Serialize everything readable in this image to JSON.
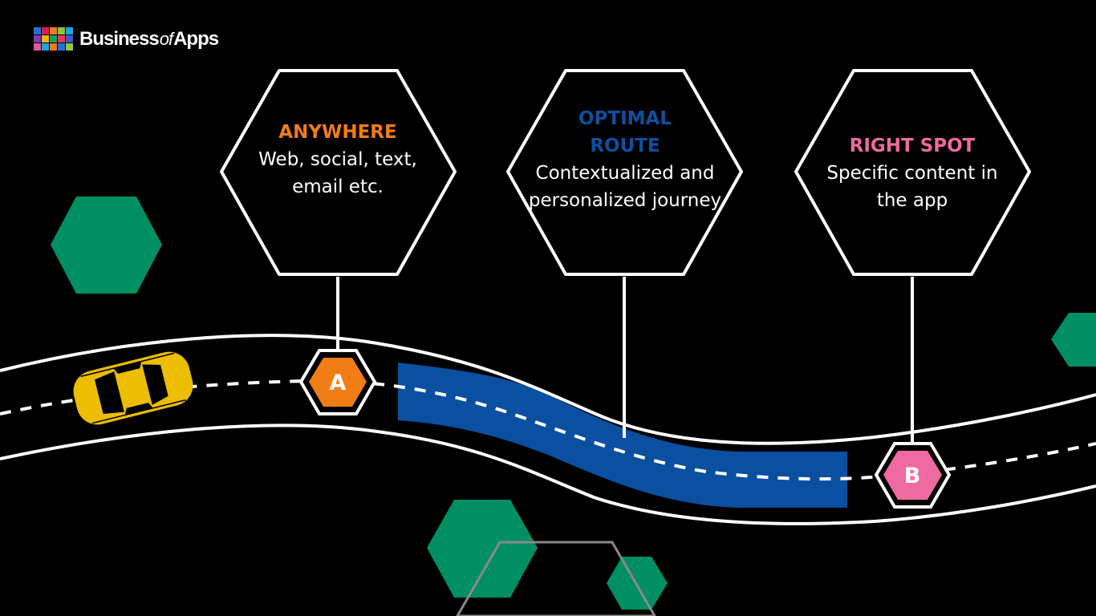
{
  "brand": {
    "name_part1": "Business",
    "name_part2": "of",
    "name_part3": "Apps",
    "logo_colors": [
      "#2a6fd6",
      "#d81f55",
      "#f27b21",
      "#8ec63f",
      "#1aa6e0",
      "#7a3fb1",
      "#f5b51a",
      "#1a9d63",
      "#e8375a",
      "#3b5cc4",
      "#e05a9a",
      "#1aa6e0",
      "#f27b21",
      "#2a6fd6",
      "#8ec63f"
    ]
  },
  "signs": [
    {
      "title": "ANYWHERE",
      "title_color": "#f07d16",
      "text": "Web, social, text, email etc."
    },
    {
      "title": "OPTIMAL ROUTE",
      "title_color": "#0f4fa0",
      "text": "Contextualized and personalized journey"
    },
    {
      "title": "RIGHT SPOT",
      "title_color": "#ef6aa0",
      "text": "Specific content in the app"
    }
  ],
  "markers": [
    {
      "label": "A",
      "color": "#f07d16"
    },
    {
      "label": "B",
      "color": "#ef6aa0"
    }
  ],
  "colors": {
    "background": "#000000",
    "road_edge": "#ffffff",
    "optimal_route": "#0a4fa0",
    "decor_hexagon": "#008f63",
    "car": "#ecbd00"
  }
}
